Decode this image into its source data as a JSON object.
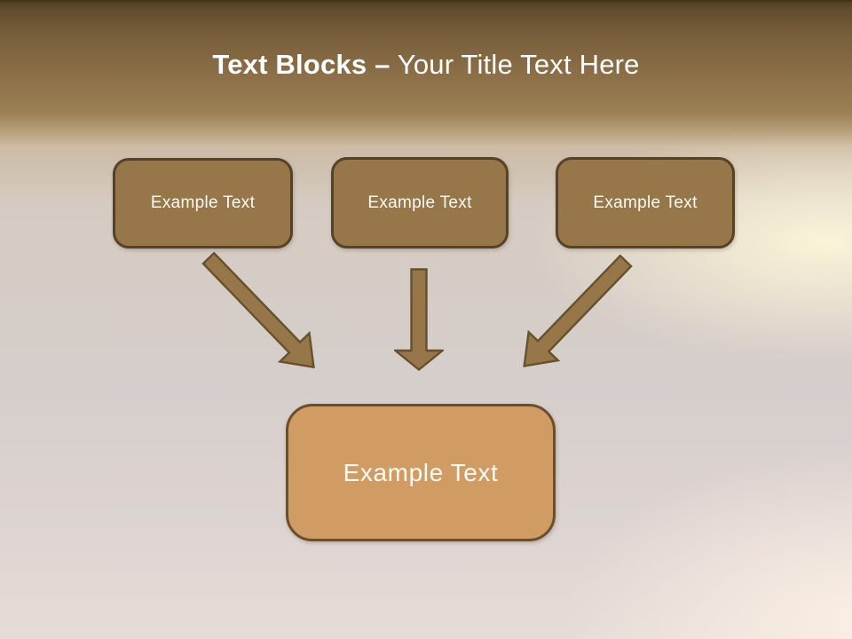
{
  "slide": {
    "title": {
      "bold_part": "Text Blocks –",
      "regular_part": "Your Title Text Here"
    },
    "top_blocks": [
      {
        "label": "Example Text"
      },
      {
        "label": "Example Text"
      },
      {
        "label": "Example Text"
      }
    ],
    "bottom_block": {
      "label": "Example Text"
    },
    "arrows": [
      {
        "name": "arrow-down-right"
      },
      {
        "name": "arrow-down"
      },
      {
        "name": "arrow-down-left"
      }
    ],
    "colors": {
      "header_top": "#4e3c21",
      "header_mid": "#93764d",
      "title_text": "#ffffff",
      "block_fill": "#97764a",
      "block_border": "#55422a",
      "bottom_block_fill": "#d09c63",
      "bottom_block_border": "#6b4f2c",
      "arrow_fill": "#97764a",
      "arrow_outline": "#66512f",
      "background_gray": "#d5cecb",
      "background_glow": "#fcf6d9"
    }
  }
}
